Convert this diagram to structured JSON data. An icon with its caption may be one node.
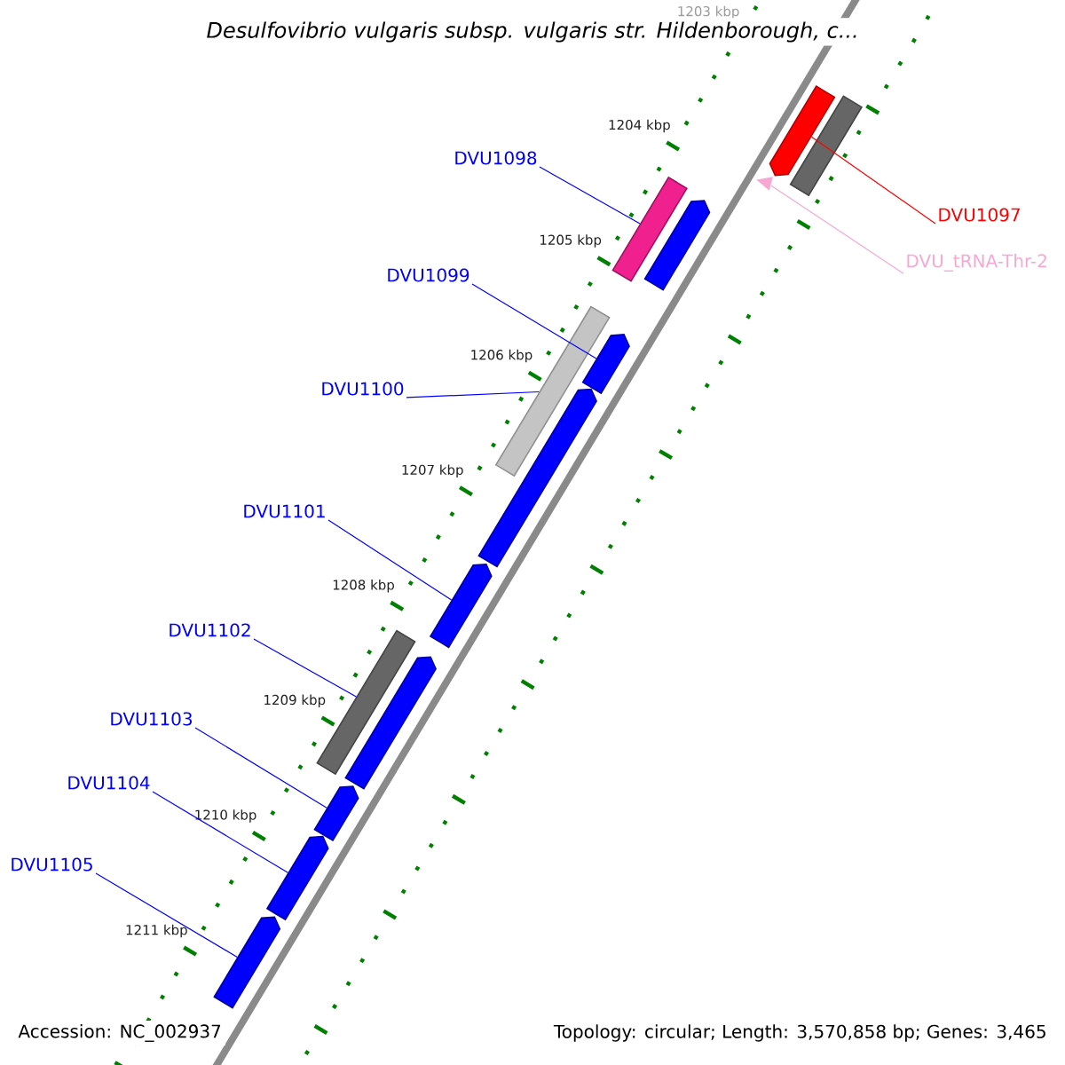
{
  "diagram": {
    "title": "Desulfovibrio vulgaris subsp. vulgaris str. Hildenborough, c...",
    "nodes": [
      {
        "text": [
          "DVU1097"
        ]
      },
      {
        "text": [
          "DVU_tRNA-Thr-2"
        ]
      },
      {
        "text": [
          "DVU1098"
        ]
      },
      {
        "text": [
          "DVU1099"
        ]
      },
      {
        "text": [
          "DVU1100"
        ]
      },
      {
        "text": [
          "DVU1101"
        ]
      },
      {
        "text": [
          "DVU1102"
        ]
      },
      {
        "text": [
          "DVU1103"
        ]
      },
      {
        "text": [
          "DVU1104"
        ]
      },
      {
        "text": [
          "DVU1105"
        ]
      },
      {
        "text": [],
        "shape": "arrow"
      },
      {
        "text": [],
        "shape": "bar"
      },
      {
        "text": [],
        "shape": "triangle"
      },
      {
        "text": [],
        "shape": "bar"
      },
      {
        "text": [],
        "shape": "arrow"
      },
      {
        "text": [],
        "shape": "arrow"
      },
      {
        "text": [],
        "shape": "bar"
      },
      {
        "text": [],
        "shape": "arrow"
      },
      {
        "text": [],
        "shape": "arrow"
      },
      {
        "text": [],
        "shape": "bar"
      },
      {
        "text": [],
        "shape": "arrow"
      },
      {
        "text": [],
        "shape": "arrow"
      },
      {
        "text": [],
        "shape": "arrow"
      },
      {
        "text": [],
        "shape": "arrow"
      }
    ],
    "edges": [
      {
        "from": 0,
        "to": 10,
        "arrow": "none",
        "color": "#ff0000"
      },
      {
        "from": 1,
        "to": 12,
        "arrow": "none",
        "color": "#f7a8d2"
      },
      {
        "from": 2,
        "to": 13,
        "arrow": "none"
      },
      {
        "from": 3,
        "to": 15,
        "arrow": "none"
      },
      {
        "from": 4,
        "to": 16,
        "arrow": "none"
      },
      {
        "from": 5,
        "to": 18,
        "arrow": "none"
      },
      {
        "from": 6,
        "to": 19,
        "arrow": "none"
      },
      {
        "from": 7,
        "to": 21,
        "arrow": "none"
      },
      {
        "from": 8,
        "to": 22,
        "arrow": "none"
      },
      {
        "from": 9,
        "to": 23,
        "arrow": "none"
      }
    ],
    "labels": [
      "1203 kbp",
      "1204 kbp",
      "1205 kbp",
      "1206 kbp",
      "1207 kbp",
      "1208 kbp",
      "1209 kbp",
      "1210 kbp",
      "1211 kbp",
      "Accession: NC_002937",
      "Topology: circular; Length: 3,570,858 bp; Genes: 3,465"
    ]
  }
}
